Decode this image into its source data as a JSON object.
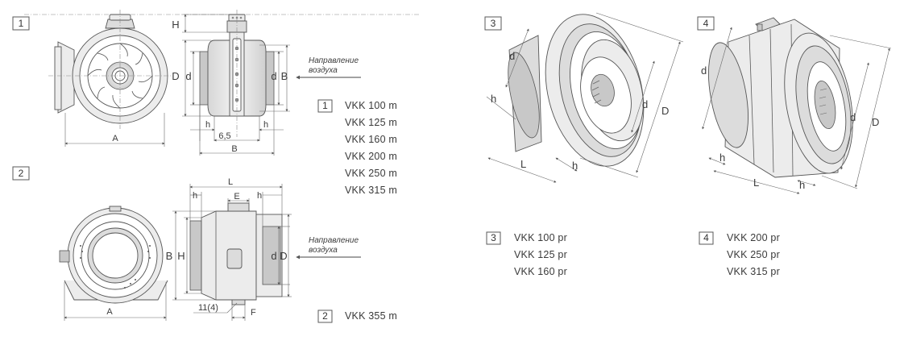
{
  "section1": {
    "badge": "1",
    "dims": {
      "A": "A",
      "B": "B",
      "D": "D",
      "d": "d",
      "H": "H",
      "h": "h",
      "spacing": "6,5"
    },
    "airflow": [
      "Направление",
      "воздуха"
    ],
    "models": [
      "VKK 100 m",
      "VKK 125 m",
      "VKK 160 m",
      "VKK 200 m",
      "VKK 250 m",
      "VKK 315 m"
    ]
  },
  "section2": {
    "badge": "2",
    "dims": {
      "A": "A",
      "B": "B",
      "H": "H",
      "L": "L",
      "E": "E",
      "h": "h",
      "d": "d",
      "D": "D",
      "F": "F",
      "holes": "11(4)"
    },
    "airflow": [
      "Направление",
      "воздуха"
    ],
    "models": [
      "VKK 355 m"
    ]
  },
  "section3": {
    "badge": "3",
    "dims": {
      "d": "d",
      "h": "h",
      "L": "L",
      "D": "D"
    },
    "models": [
      "VKK 100 pr",
      "VKK 125 pr",
      "VKK 160 pr"
    ]
  },
  "section4": {
    "badge": "4",
    "dims": {
      "d": "d",
      "h": "h",
      "L": "L",
      "D": "D"
    },
    "models": [
      "VKK 200 pr",
      "VKK 250 pr",
      "VKK 315 pr"
    ]
  }
}
